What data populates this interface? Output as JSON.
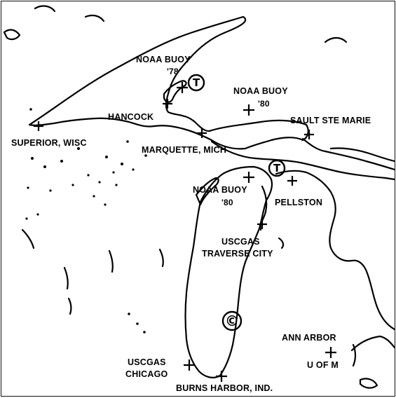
{
  "labels": {
    "noaa_buoy_78": "NOAA BUOY",
    "noaa_buoy_78_year": "'78",
    "noaa_buoy_80_lake_superior": "NOAA BUOY",
    "noaa_buoy_80_lake_superior_year": "'80",
    "hancock": "HANCOCK",
    "superior_wisc": "SUPERIOR, WISC",
    "marquette_mich": "MARQUETTE, MICH",
    "sault_ste_marie": "SAULT STE MARIE",
    "noaa_buoy_80_lake_michigan": "NOAA BUOY",
    "noaa_buoy_80_lake_michigan_year": "'80",
    "pellston": "PELLSTON",
    "uscgas_traverse_city_line1": "USCGAS",
    "uscgas_traverse_city_line2": "TRAVERSE CITY",
    "ann_arbor": "ANN ARBOR",
    "u_of_m": "U OF M",
    "uscgas_chicago_line1": "USCGAS",
    "uscgas_chicago_line2": "CHICAGO",
    "burns_harbor_ind": "BURNS HARBOR, IND."
  },
  "symbols": {
    "tower_symbol": "T",
    "circled_c": "©"
  },
  "colors": {
    "ink": "#000000",
    "paper": "#ffffff"
  }
}
